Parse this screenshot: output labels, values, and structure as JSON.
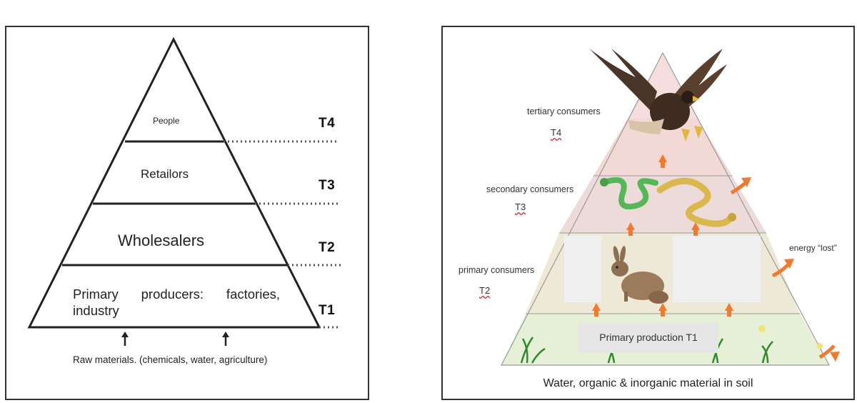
{
  "left_diagram": {
    "levels": [
      {
        "label": "People",
        "code": "T4"
      },
      {
        "label": "Retailors",
        "code": "T3"
      },
      {
        "label": "Wholesalers",
        "code": "T2"
      },
      {
        "label": "Primary  producers:  factories, industry",
        "code": "T1"
      }
    ],
    "inputs_label": "Raw  materials.  (chemicals,  water, agriculture)"
  },
  "right_diagram": {
    "levels": [
      {
        "label": "tertiary consumers",
        "code": "T4",
        "animal": "eagle-icon"
      },
      {
        "label": "secondary consumers",
        "code": "T3",
        "animal": "snake-icon"
      },
      {
        "label": "primary consumers",
        "code": "T2",
        "animal": "rabbit-icon"
      }
    ],
    "base_label": "Primary production T1",
    "energy_label": "energy “lost”",
    "soil_label": "Water, organic & inorganic material in soil"
  },
  "colors": {
    "tier_top": "#f6dede",
    "tier_second": "#ecdbd9",
    "tier_third": "#eee8d6",
    "grass": "#e6f0d6",
    "arrow": "#f07a2e"
  }
}
